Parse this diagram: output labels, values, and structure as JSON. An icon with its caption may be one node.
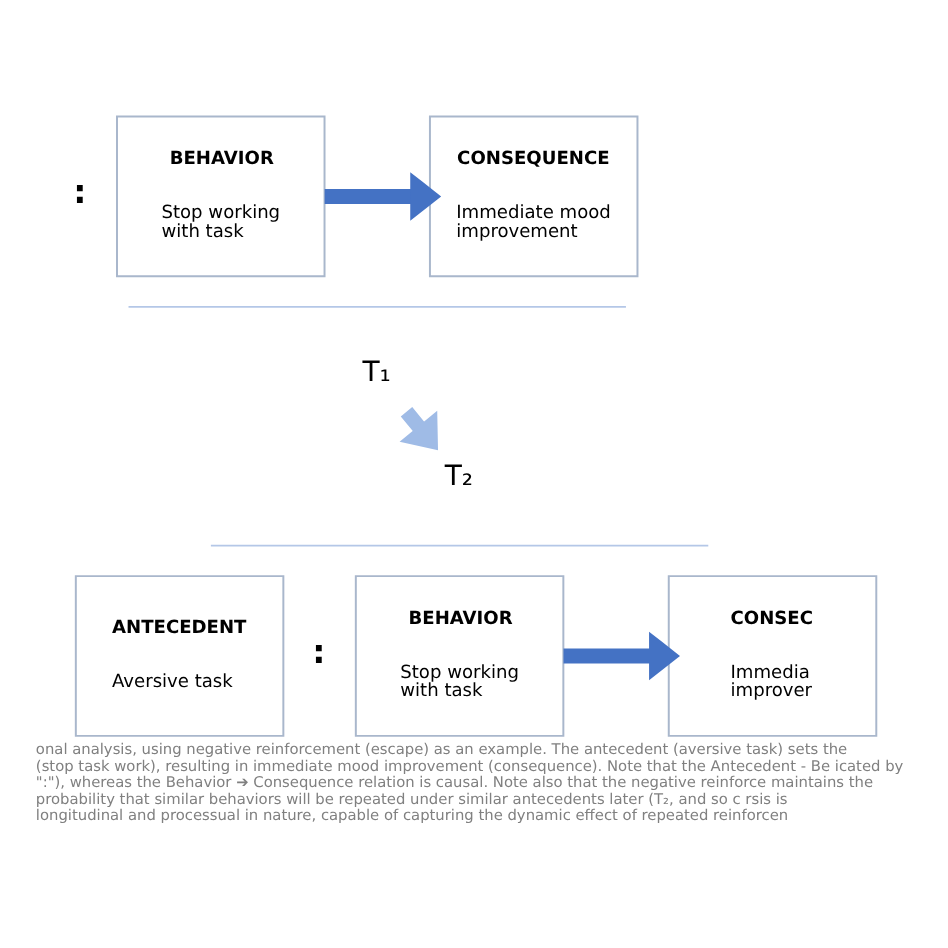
{
  "diagram": {
    "caption": "onal analysis, using negative reinforcement (escape) as an example. The antecedent (aversive task) sets the (stop task work), resulting in immediate mood improvement (consequence). Note that the Antecedent - Be icated by \":\"), whereas the Behavior ➔ Consequence relation is causal. Note also that the negative reinforce maintains the probability that similar behaviors will be repeated under similar antecedents later (T₂, and so c rsis is longitudinal and processual in nature, capable of capturing the dynamic effect of repeated reinforcen",
    "nodes": [
      {
        "text": [
          "BEHAVIOR",
          "Stop working with task"
        ]
      },
      {
        "text": [
          "CONSEQUENCE",
          "Immediate mood improvement"
        ]
      },
      {
        "text": [
          "T₁"
        ]
      },
      {
        "text": [
          "T₂"
        ]
      },
      {
        "text": [
          "ANTECEDENT",
          "Aversive task"
        ]
      },
      {
        "text": [
          "BEHAVIOR",
          "Stop working with task"
        ]
      },
      {
        "text": [
          "CONSEC",
          "Immedia improver"
        ]
      }
    ],
    "edges": [
      {
        "from": 0,
        "to": 1,
        "arrow": "to"
      },
      {
        "from": 2,
        "to": 3,
        "arrow": "to",
        "color": "#9fbbe6"
      },
      {
        "from": 5,
        "to": 6,
        "arrow": "to"
      }
    ],
    "labels": [
      ":",
      ":"
    ]
  }
}
